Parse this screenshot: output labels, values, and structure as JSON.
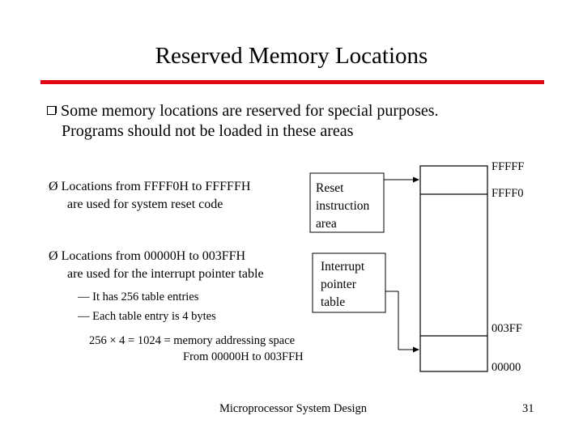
{
  "slide": {
    "title": "Reserved Memory Locations",
    "intro_line1": "Some memory locations are reserved for special purposes.",
    "intro_line2": "Programs should not be loaded in these areas",
    "bullet1_line1": "Locations from FFFF0H to FFFFFH",
    "bullet1_line2": "are used for system reset code",
    "bullet2_line1": "Locations from 00000H to 003FFH",
    "bullet2_line2": "are used for the interrupt pointer table",
    "sub1": "It has 256 table entries",
    "sub2": "Each table entry is 4 bytes",
    "calc_line1": "256 × 4 = 1024 = memory addressing space",
    "calc_line2": "From 00000H to 003FFH",
    "bullet_arrow_glyph": "Ø",
    "dash_glyph": "—"
  },
  "labels": {
    "reset_line1": "Reset",
    "reset_line2": "instruction",
    "reset_line3": "area",
    "int_line1": "Interrupt",
    "int_line2": "pointer",
    "int_line3": "table"
  },
  "memory_map": {
    "addr_top": "FFFFF",
    "addr_reset": "FFFF0",
    "addr_ivt_end": "003FF",
    "addr_bottom": "00000"
  },
  "footer": {
    "course": "Microprocessor System Design",
    "page": "31"
  },
  "colors": {
    "rule": "#e30613"
  }
}
